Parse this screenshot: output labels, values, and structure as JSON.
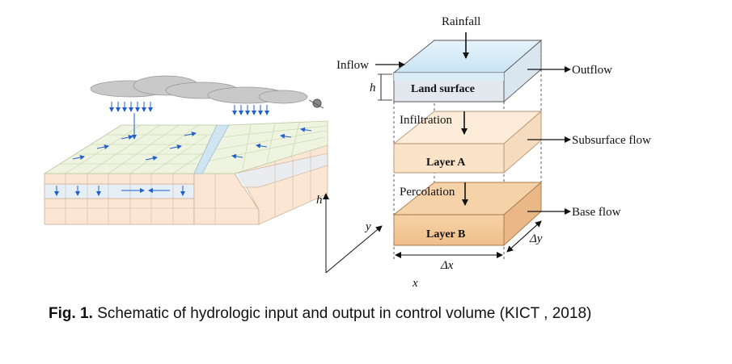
{
  "figure": {
    "labels": {
      "rainfall": "Rainfall",
      "inflow": "Inflow",
      "outflow": "Outflow",
      "h": "h",
      "land_surface": "Land surface",
      "infiltration": "Infiltration",
      "subsurface_flow": "Subsurface flow",
      "layer_a": "Layer A",
      "percolation": "Percolation",
      "base_flow": "Base flow",
      "layer_b": "Layer B",
      "dx": "Δx",
      "dy": "Δy",
      "axis_h": "h",
      "axis_y": "y",
      "axis_x": "x"
    },
    "colors": {
      "water": "#d7ecf7",
      "land": "#e3e8ee",
      "layer_a": "#fbe3c8",
      "layer_b": "#f3c795",
      "grid_top": "#eef4df",
      "soil": "#fbe6d4",
      "arrow_blue": "#1f5fd0"
    }
  },
  "caption": {
    "label": "Fig. 1.",
    "text": "Schematic of hydrologic input and output in control volume (KICT , 2018)"
  }
}
